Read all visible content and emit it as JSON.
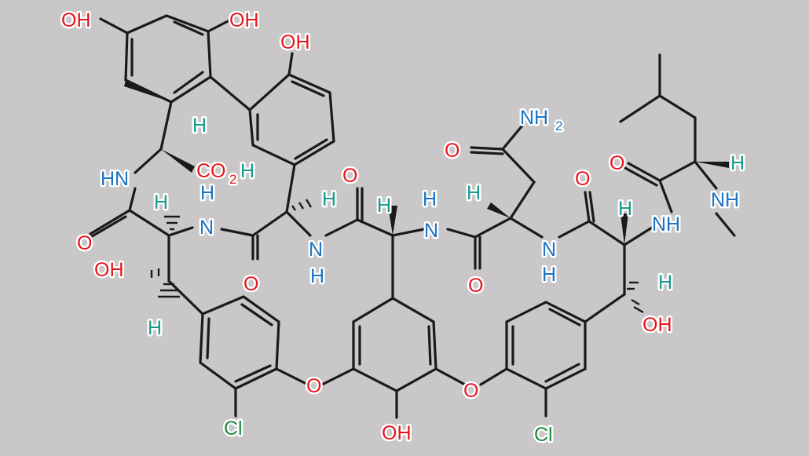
{
  "colors": {
    "background": "#c9c7c8",
    "bond": "#1a1a1a",
    "oxygen": "#e8141c",
    "nitrogen": "#1b74c4",
    "hydrogen": "#1a9a8c",
    "chlorine": "#1f8a3c",
    "halo": "#ffffff"
  },
  "atom_labels": [
    {
      "id": "oh_top_left",
      "text": "OH",
      "element": "O"
    },
    {
      "id": "oh_top_mid",
      "text": "OH",
      "element": "O"
    },
    {
      "id": "oh_upper_ring",
      "text": "OH",
      "element": "O"
    },
    {
      "id": "nh2_head",
      "text": "NH",
      "element": "N"
    },
    {
      "id": "nh2_sub",
      "text": "2",
      "element": "N"
    },
    {
      "id": "o_amide_chain",
      "text": "O",
      "element": "O"
    },
    {
      "id": "h_leu",
      "text": "H",
      "element": "H"
    },
    {
      "id": "o_leu_carbonyl",
      "text": "O",
      "element": "O"
    },
    {
      "id": "nh_methyl",
      "text": "NH",
      "element": "N"
    },
    {
      "id": "h_alpha1",
      "text": "H",
      "element": "H"
    },
    {
      "id": "hn_left",
      "text": "HN",
      "element": "N"
    },
    {
      "id": "co2_head",
      "text": "CO",
      "element": "O"
    },
    {
      "id": "co2_sub",
      "text": "2",
      "element": "O"
    },
    {
      "id": "co2_h",
      "text": "H",
      "element": "H"
    },
    {
      "id": "o_mid_top",
      "text": "O",
      "element": "O"
    },
    {
      "id": "o_right_top",
      "text": "O",
      "element": "O"
    },
    {
      "id": "h_nh_a",
      "text": "H",
      "element": "N"
    },
    {
      "id": "h_alpha3",
      "text": "H",
      "element": "H"
    },
    {
      "id": "h_alpha4",
      "text": "H",
      "element": "H"
    },
    {
      "id": "h_nh_b",
      "text": "H",
      "element": "N"
    },
    {
      "id": "h_alpha5",
      "text": "H",
      "element": "H"
    },
    {
      "id": "h_alpha2",
      "text": "H",
      "element": "H"
    },
    {
      "id": "n_a",
      "text": "N",
      "element": "N"
    },
    {
      "id": "n_c",
      "text": "N",
      "element": "N"
    },
    {
      "id": "nh_right",
      "text": "NH",
      "element": "N"
    },
    {
      "id": "h_alpha6",
      "text": "H",
      "element": "H"
    },
    {
      "id": "o_left_carbonyl",
      "text": "O",
      "element": "O"
    },
    {
      "id": "n_b",
      "text": "N",
      "element": "N"
    },
    {
      "id": "n_d",
      "text": "N",
      "element": "N"
    },
    {
      "id": "o_bottom_amide1",
      "text": "O",
      "element": "O"
    },
    {
      "id": "o_bottom_amide2",
      "text": "O",
      "element": "O"
    },
    {
      "id": "h_nh_b2",
      "text": "H",
      "element": "N"
    },
    {
      "id": "h_nh_d",
      "text": "H",
      "element": "N"
    },
    {
      "id": "oh_left_beta",
      "text": "OH",
      "element": "O"
    },
    {
      "id": "h_beta_right",
      "text": "H",
      "element": "H"
    },
    {
      "id": "oh_right_beta",
      "text": "OH",
      "element": "O"
    },
    {
      "id": "h_beta_left",
      "text": "H",
      "element": "H"
    },
    {
      "id": "o_ether_left",
      "text": "O",
      "element": "O"
    },
    {
      "id": "o_ether_right",
      "text": "O",
      "element": "O"
    },
    {
      "id": "cl_left",
      "text": "Cl",
      "element": "Cl"
    },
    {
      "id": "oh_bottom",
      "text": "OH",
      "element": "O"
    },
    {
      "id": "cl_right",
      "text": "Cl",
      "element": "Cl"
    }
  ]
}
